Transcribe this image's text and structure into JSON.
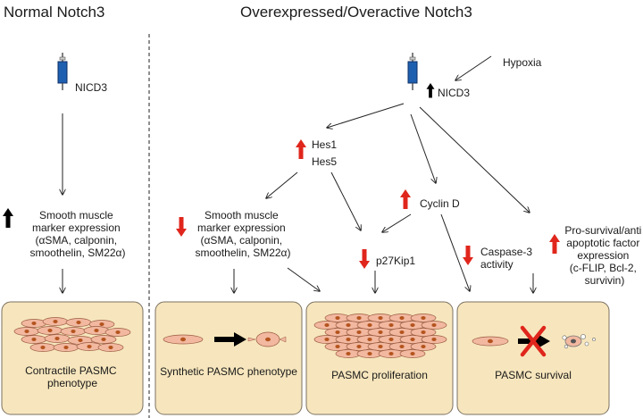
{
  "titles": {
    "left": "Normal Notch3",
    "right": "Overexpressed/Overactive Notch3"
  },
  "left": {
    "nicd": "NICD3",
    "marker": [
      "Smooth muscle",
      "marker expression",
      "(αSMA, calponin,",
      "smoothelin, SM22α)"
    ],
    "box": [
      "Contractile PASMC",
      "phenotype"
    ]
  },
  "right": {
    "hypoxia": "Hypoxia",
    "nicd": "NICD3",
    "hes": [
      "Hes1",
      "Hes5"
    ],
    "marker": [
      "Smooth muscle",
      "marker expression",
      "(αSMA, calponin,",
      "smoothelin, SM22α)"
    ],
    "cyclin": "Cyclin D",
    "p27": "p27Kip1",
    "caspase": [
      "Caspase-3",
      "activity"
    ],
    "prosurvival": [
      "Pro-survival/anti",
      "apoptotic factor",
      "expression",
      "(c-FLIP, Bcl-2,",
      "survivin)"
    ],
    "box_synthetic": "Synthetic PASMC phenotype",
    "box_proliferation": "PASMC proliferation",
    "box_survival": "PASMC survival"
  },
  "colors": {
    "up_arrow_red": "#e0261c",
    "down_arrow_red": "#e0261c",
    "black_arrow": "#000000",
    "box_fill": "#f7e6bd",
    "cell_fill": "#f2b8a0",
    "nucleus": "#b4541e",
    "receptor_blue": "#1f5fb0"
  }
}
